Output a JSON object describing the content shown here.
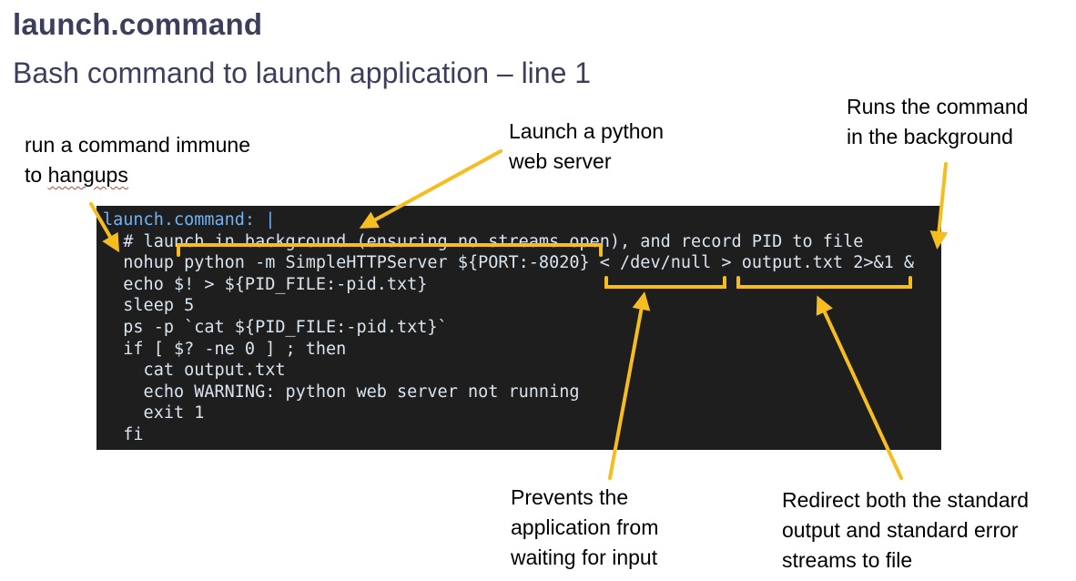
{
  "title": "launch.command",
  "subtitle": "Bash command to launch application – line 1",
  "annotations": {
    "hangups": {
      "line1": "run a command immune",
      "line2_word1": "to",
      "line2_word2": "hangups"
    },
    "python": {
      "line1": "Launch a python",
      "line2": "web server"
    },
    "background": {
      "line1": "Runs the command",
      "line2": "in the background"
    },
    "input": {
      "line1": "Prevents the",
      "line2": "application from",
      "line3": "waiting for input"
    },
    "redirect": {
      "line1": "Redirect both the standard",
      "line2": "output and standard error",
      "line3": "streams to file"
    }
  },
  "code": {
    "key": "launch.command: |",
    "lines": [
      "  # launch in background (ensuring no streams open), and record PID to file",
      "  nohup python -m SimpleHTTPServer ${PORT:-8020} < /dev/null > output.txt 2>&1 &",
      "  echo $! > ${PID_FILE:-pid.txt}",
      "  sleep 5",
      "  ps -p `cat ${PID_FILE:-pid.txt}`",
      "  if [ $? -ne 0 ] ; then",
      "    cat output.txt",
      "    echo WARNING: python web server not running",
      "    exit 1",
      "  fi"
    ]
  },
  "colors": {
    "title": "#3b3f5c",
    "annotation_arrow": "#f5bd1f",
    "terminal_bg": "#1e1e1e",
    "code_text": "#d8e4ee",
    "yaml_key": "#6fb3f5"
  }
}
